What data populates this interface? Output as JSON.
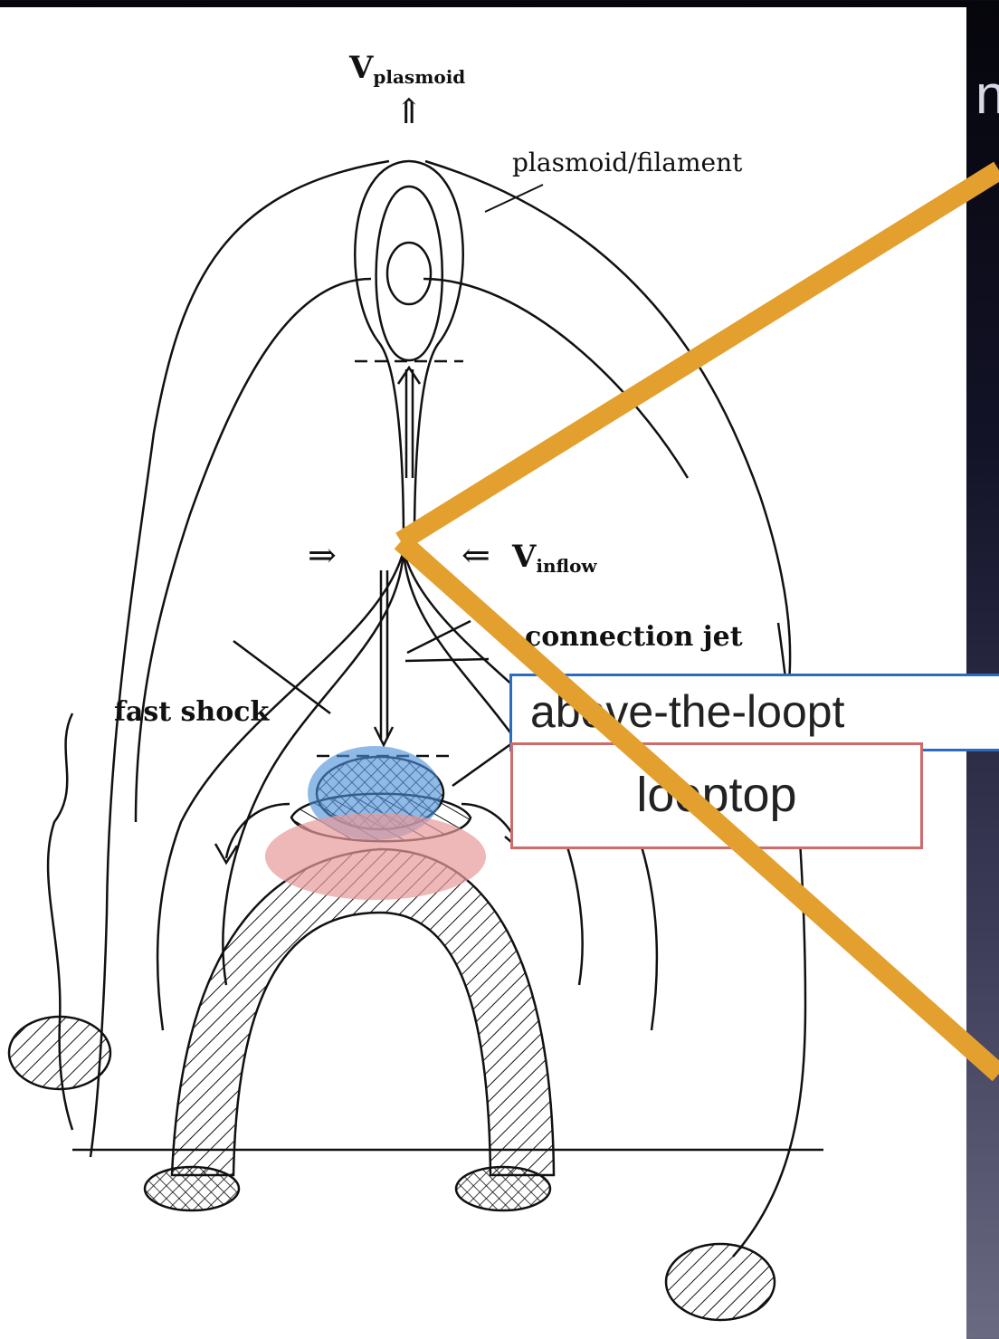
{
  "labels": {
    "v_plasmoid_main": "V",
    "v_plasmoid_sub": "plasmoid",
    "plasmoid_filament": "plasmoid/filament",
    "v_inflow_main": "V",
    "v_inflow_sub": "inflow",
    "reconnection_jet": "connection jet",
    "fast_shock": "fast shock",
    "inflow_arrow_left": "⇒",
    "inflow_arrow_right": "⇐",
    "up_arrow": "⇑"
  },
  "boxes": {
    "above_the_looptop": "above-the-loopt",
    "looptop": "looptop"
  },
  "right_edge_glyph": "n",
  "colors": {
    "zoom_lines": "#e3a02e",
    "above_looptop_border": "#2b6cc0",
    "looptop_border": "#cf6b6b",
    "blue_highlight": "#4a8fd8",
    "red_highlight": "#e89a9a"
  }
}
